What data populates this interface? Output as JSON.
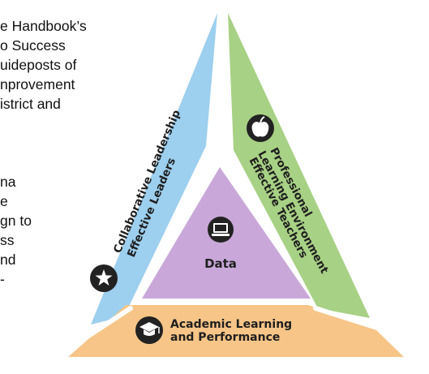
{
  "intro_text_lines": [
    "e Handbook’s",
    "o Success",
    "uideposts of",
    "nprovement",
    "istrict and",
    "na",
    "e",
    "gn to",
    "ss",
    "nd",
    "-"
  ],
  "diagram": {
    "center": {
      "label": "Data",
      "icon": "computer-icon",
      "color": "#c9a8d9"
    },
    "left": {
      "line1": "Collaborative Leadership",
      "line2": "Effective Leaders",
      "icon": "star-icon",
      "color": "#9dcfee"
    },
    "right": {
      "line1": "Professional",
      "line2": "Learning Environment",
      "line3": "Effective Teachers",
      "icon": "apple-icon",
      "color": "#a7d184"
    },
    "bottom": {
      "line1": "Academic Learning",
      "line2": "and Performance",
      "icon": "graduation-cap-icon",
      "color": "#f6c587"
    }
  }
}
